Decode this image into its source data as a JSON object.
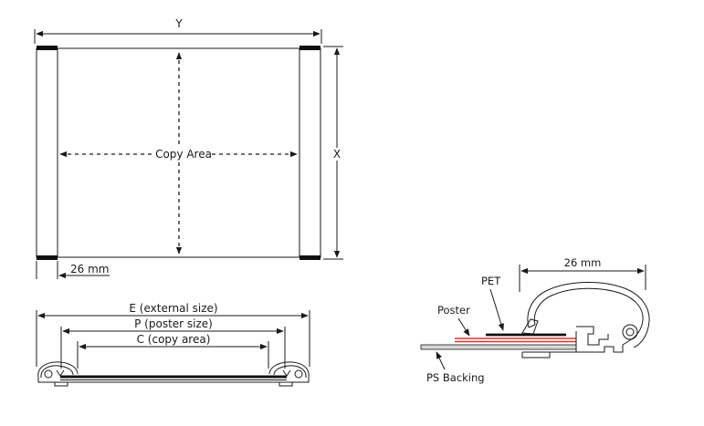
{
  "front_view": {
    "width_label": "Y",
    "height_label": "X",
    "center_label": "Copy Area",
    "profile_width_label": "26 mm"
  },
  "section_view": {
    "external_label": "E (external size)",
    "poster_label": "P (poster size)",
    "copy_label": "C (copy area)"
  },
  "profile_detail": {
    "width_label": "26 mm",
    "pet_label": "PET",
    "poster_label": "Poster",
    "backing_label": "PS Backing"
  },
  "colors": {
    "line": "#1a1a1a",
    "poster_red": "#e0302a",
    "backing_gray": "#d7d7d7"
  }
}
